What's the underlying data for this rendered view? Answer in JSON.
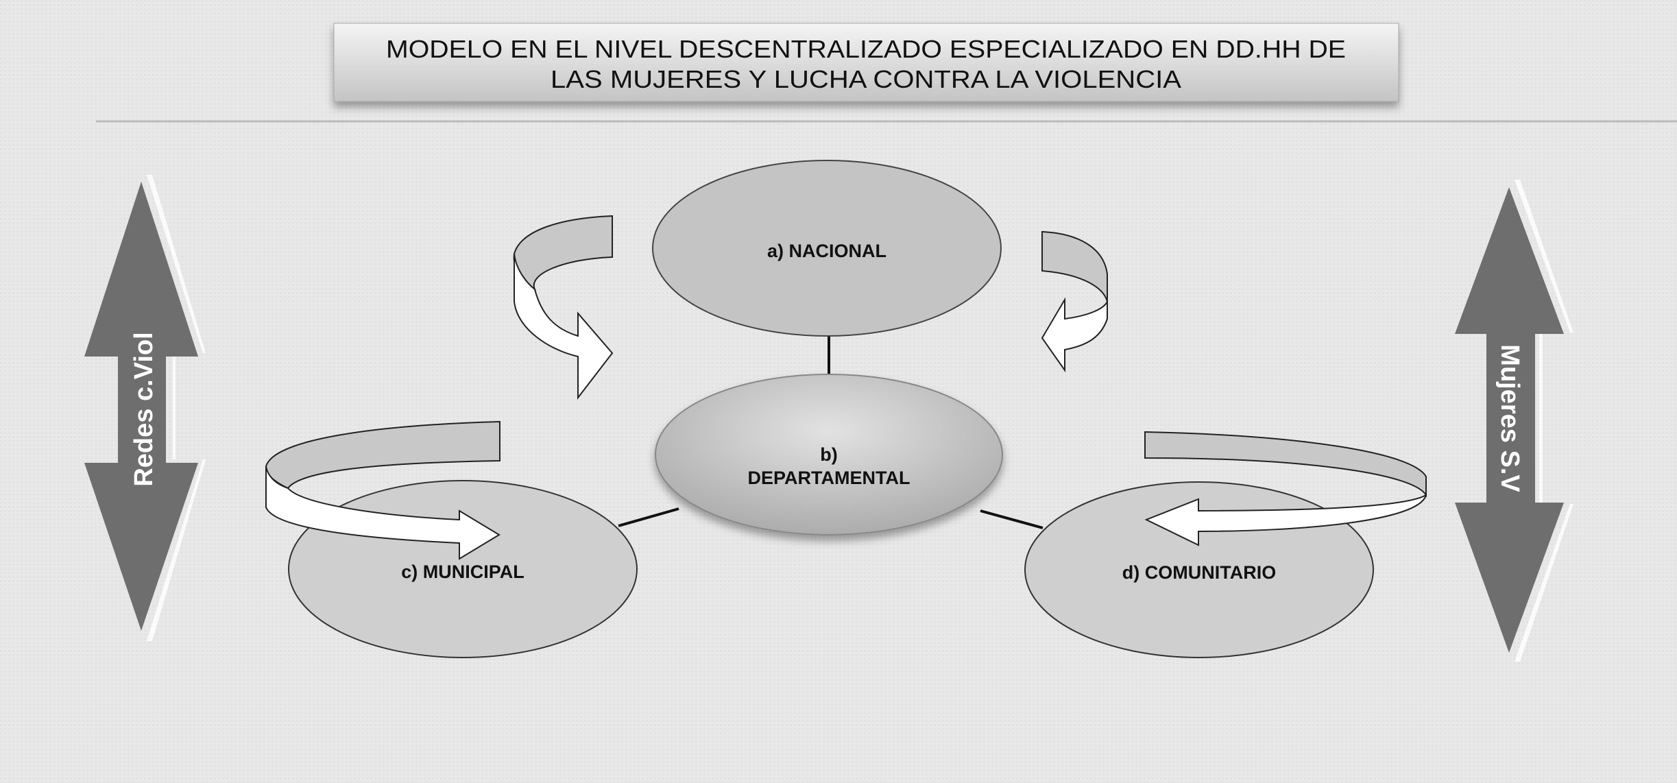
{
  "title": {
    "line1": "MODELO EN EL NIVEL DESCENTRALIZADO ESPECIALIZADO EN DD.HH DE",
    "line2": "LAS MUJERES Y LUCHA CONTRA LA VIOLENCIA"
  },
  "levels": {
    "nacional": "a) NACIONAL",
    "departamental_1": "b)",
    "departamental_2": "DEPARTAMENTAL",
    "municipal": "c) MUNICIPAL",
    "comunitario": "d) COMUNITARIO"
  },
  "side_arrows": {
    "left": "Redes c.Viol",
    "right": "Mujeres S.V"
  },
  "colors": {
    "background": "#e6e6e6",
    "ellipse": "#cfcfcf",
    "arrow_dark": "#6e6e6e"
  }
}
